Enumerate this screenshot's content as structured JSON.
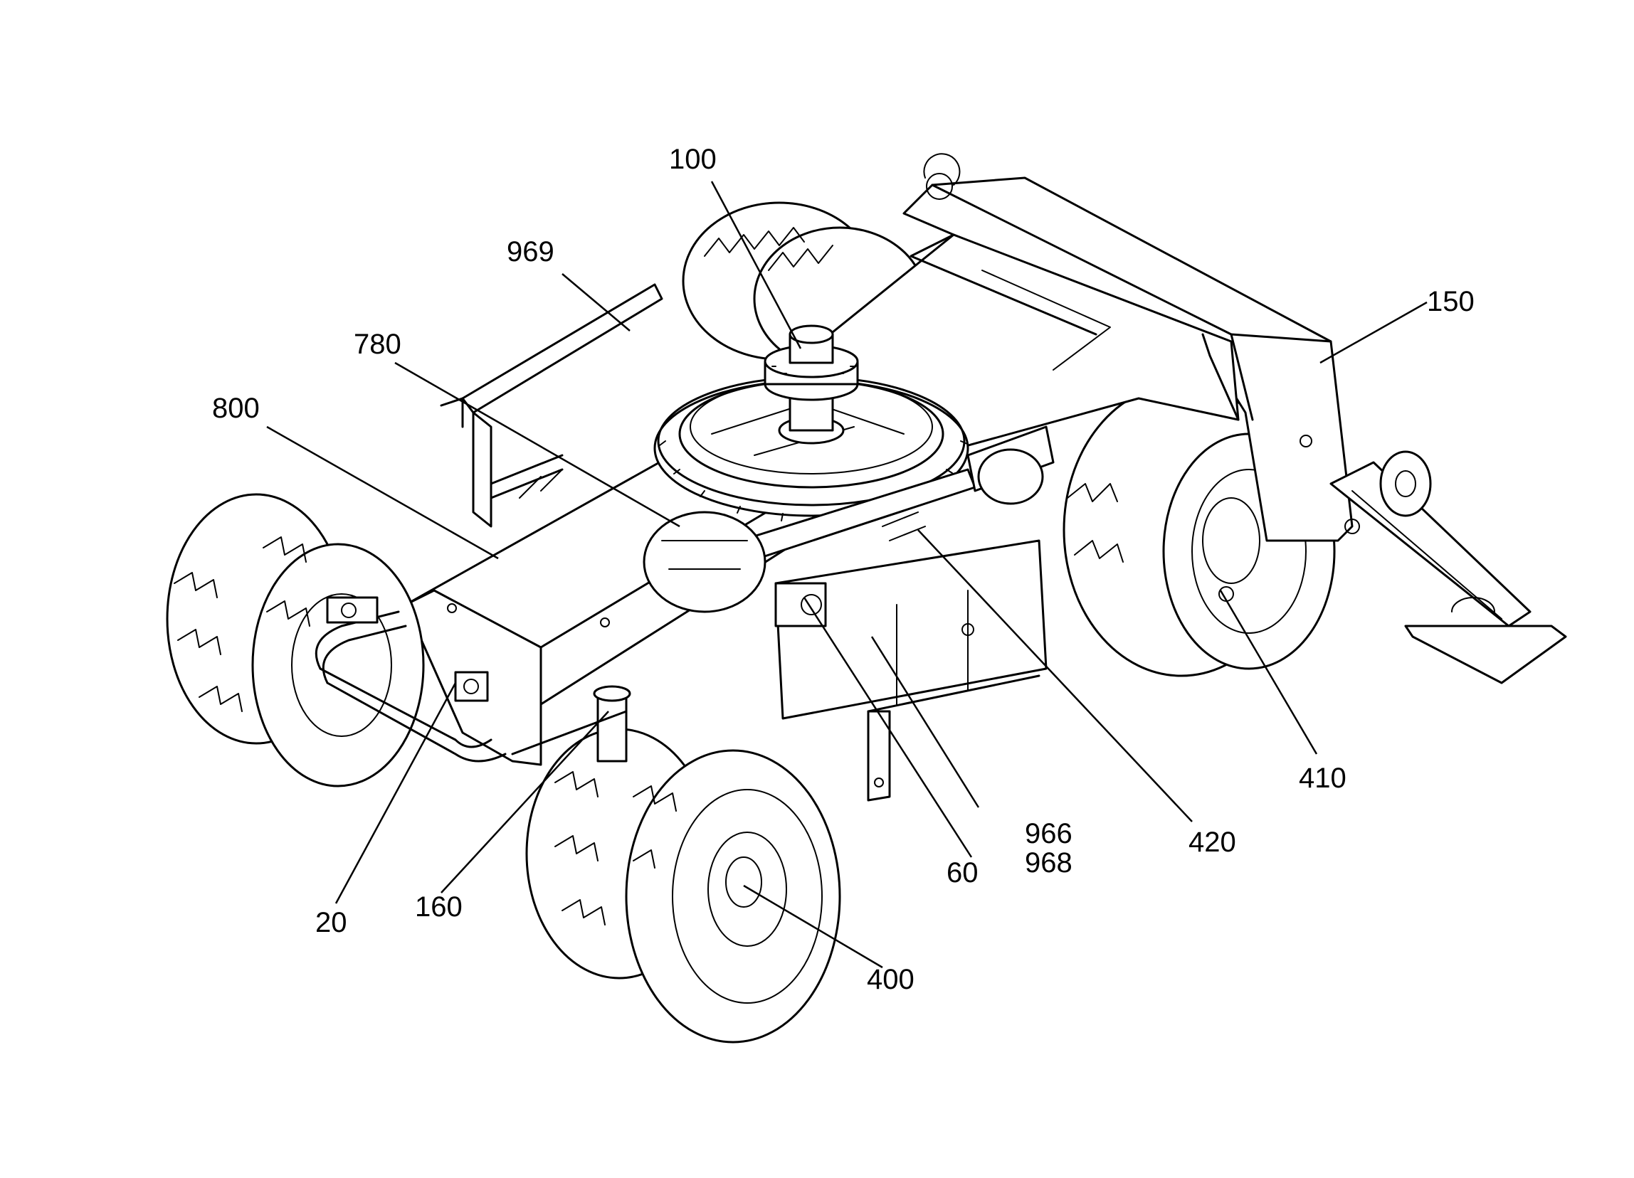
{
  "figure": {
    "colors": {
      "ink": "#000000",
      "paper": "#ffffff"
    },
    "labels": {
      "l100": "100",
      "l969": "969",
      "l780": "780",
      "l800": "800",
      "l150": "150",
      "l410": "410",
      "l420": "420",
      "l966": "966",
      "l968": "968",
      "l60": "60",
      "l400": "400",
      "l160": "160",
      "l20": "20"
    }
  }
}
